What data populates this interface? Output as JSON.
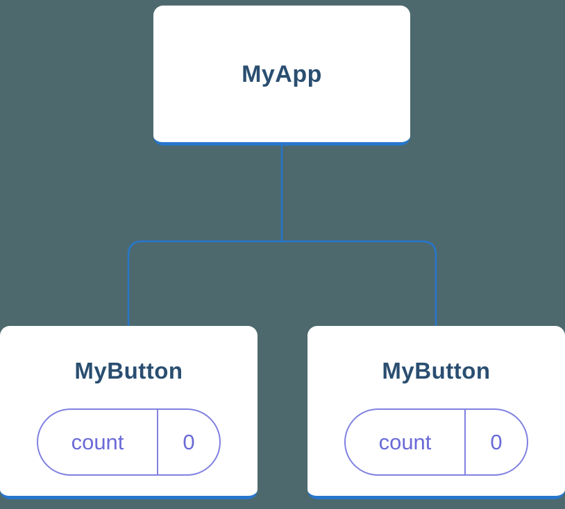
{
  "tree": {
    "root": {
      "label": "MyApp"
    },
    "children": [
      {
        "label": "MyButton",
        "state": {
          "name": "count",
          "value": "0"
        }
      },
      {
        "label": "MyButton",
        "state": {
          "name": "count",
          "value": "0"
        }
      }
    ]
  },
  "colors": {
    "background": "#4d696e",
    "node_fill": "#ffffff",
    "edge_blue": "#2776cb",
    "title_text": "#2a4e70",
    "state_border": "#8080e2",
    "state_text": "#6a6ad8"
  }
}
